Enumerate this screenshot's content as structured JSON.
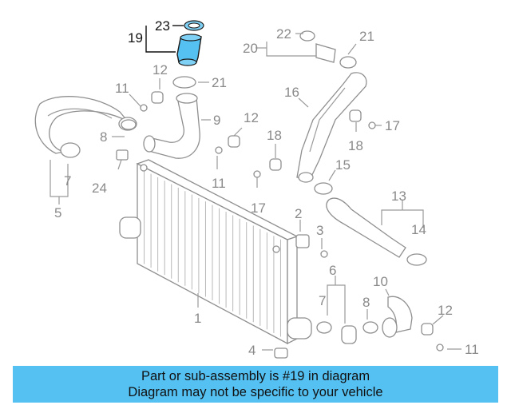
{
  "highlight_color": "#55c1f2",
  "labels": {
    "l19": "19",
    "l23": "23",
    "l12a": "12",
    "l21a": "21",
    "l11a": "11",
    "l9": "9",
    "l8a": "8",
    "l24": "24",
    "l7a": "7",
    "l5": "5",
    "l12b": "12",
    "l11b": "11",
    "l22": "22",
    "l20": "20",
    "l21b": "21",
    "l16": "16",
    "l18a": "18",
    "l18b": "18",
    "l17a": "17",
    "l17b": "17",
    "l15": "15",
    "l13": "13",
    "l14": "14",
    "l2": "2",
    "l3": "3",
    "l1": "1",
    "l6": "6",
    "l7b": "7",
    "l10": "10",
    "l8b": "8",
    "l12c": "12",
    "l11c": "11",
    "l4": "4"
  },
  "banner": {
    "line1": "Part or sub-assembly is #19 in diagram",
    "line2": "Diagram may not be specific to your vehicle"
  }
}
